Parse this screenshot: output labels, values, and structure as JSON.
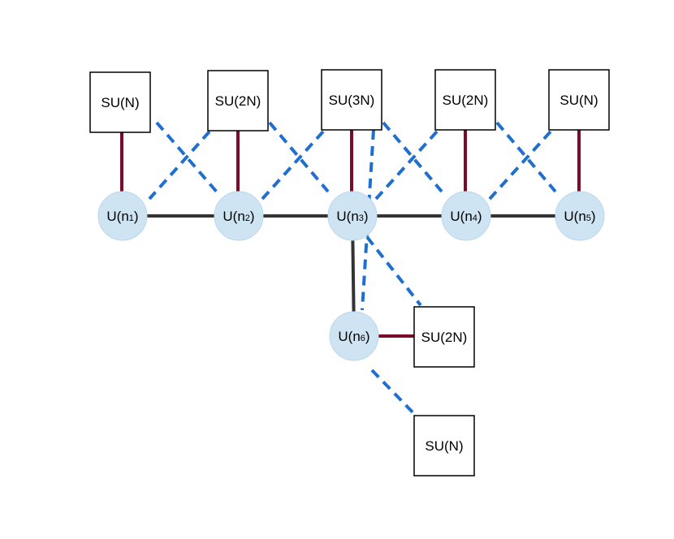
{
  "colors": {
    "background": "#ffffff",
    "su_link": "#7a0b2a",
    "u_link": "#333333",
    "dashed_link": "#1f6fd0",
    "u_node_fill": "#cfe4f3",
    "su_box_stroke": "#000000"
  },
  "su_boxes": [
    {
      "id": "su1",
      "label": "SU(N)"
    },
    {
      "id": "su2",
      "label": "SU(2N)"
    },
    {
      "id": "su3",
      "label": "SU(3N)"
    },
    {
      "id": "su4",
      "label": "SU(2N)"
    },
    {
      "id": "su5",
      "label": "SU(N)"
    },
    {
      "id": "su6",
      "label": "SU(2N)"
    },
    {
      "id": "su7",
      "label": "SU(N)"
    }
  ],
  "u_nodes": [
    {
      "id": "n1",
      "label": "U(n",
      "index": "1",
      "close": ")"
    },
    {
      "id": "n2",
      "label": "U(n",
      "index": "2",
      "close": ")"
    },
    {
      "id": "n3",
      "label": "U(n",
      "index": "3",
      "close": ")"
    },
    {
      "id": "n4",
      "label": "U(n",
      "index": "4",
      "close": ")"
    },
    {
      "id": "n5",
      "label": "U(n",
      "index": "5",
      "close": ")"
    },
    {
      "id": "n6",
      "label": "U(n",
      "index": "6",
      "close": ")"
    }
  ],
  "edges": {
    "u_u": [
      [
        "n1",
        "n2"
      ],
      [
        "n2",
        "n3"
      ],
      [
        "n3",
        "n4"
      ],
      [
        "n4",
        "n5"
      ],
      [
        "n3",
        "n6"
      ]
    ],
    "su_u": [
      [
        "su1",
        "n1"
      ],
      [
        "su2",
        "n2"
      ],
      [
        "su3",
        "n3"
      ],
      [
        "su4",
        "n4"
      ],
      [
        "su5",
        "n5"
      ],
      [
        "su6",
        "n6"
      ]
    ],
    "dashed": [
      [
        "su1",
        "n2"
      ],
      [
        "su2",
        "n1"
      ],
      [
        "su2",
        "n3"
      ],
      [
        "su3",
        "n2"
      ],
      [
        "su3",
        "n4"
      ],
      [
        "su3",
        "n6"
      ],
      [
        "su4",
        "n3"
      ],
      [
        "su4",
        "n5"
      ],
      [
        "su5",
        "n4"
      ],
      [
        "n3",
        "su6"
      ],
      [
        "n6",
        "su7"
      ]
    ]
  }
}
